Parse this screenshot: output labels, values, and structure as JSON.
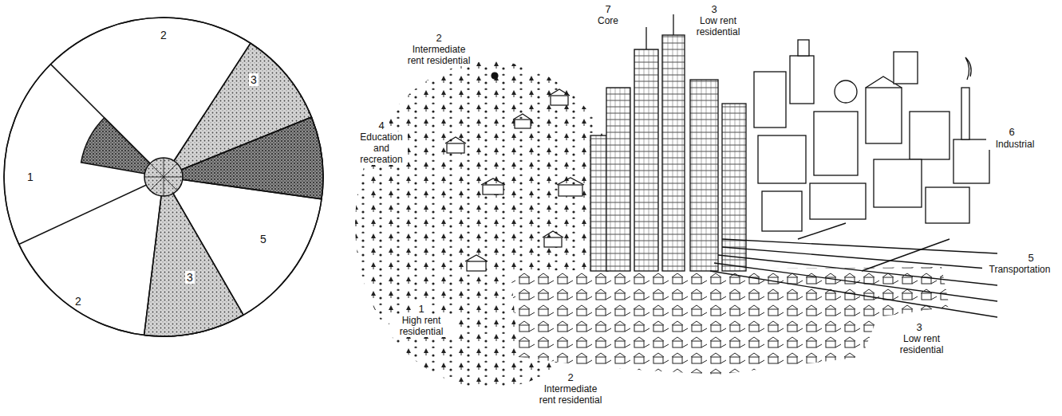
{
  "diagram": {
    "labels": [
      "2",
      "3",
      "1",
      "5",
      "2",
      "3",
      "2",
      "Intermediate rent residential",
      "7",
      "Core",
      "3",
      "Low rent residential",
      "4",
      "Education and recreation",
      "6",
      "Industrial",
      "1",
      "High rent residential",
      "5",
      "Transportation",
      "3",
      "Low rent residential",
      "2",
      "Intermediate rent residential"
    ]
  }
}
